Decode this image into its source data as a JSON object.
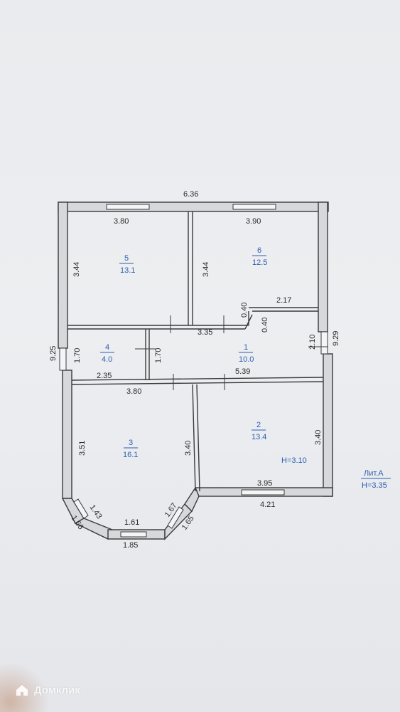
{
  "plan": {
    "overall_width": "6.36",
    "overall_left": "9.25",
    "overall_right": "9.29",
    "lit_label": "Лит.А",
    "lit_height": "Н=3.35",
    "room_height": "Н=3.10",
    "rooms": [
      {
        "number": "5",
        "area": "13.1"
      },
      {
        "number": "6",
        "area": "12.5"
      },
      {
        "number": "4",
        "area": "4.0"
      },
      {
        "number": "1",
        "area": "10.0"
      },
      {
        "number": "3",
        "area": "16.1"
      },
      {
        "number": "2",
        "area": "13.4"
      }
    ],
    "dims": {
      "top_left": "3.80",
      "top_right": "3.90",
      "r5_height": "3.44",
      "r6_height": "3.44",
      "step_a": "0.40",
      "step_b": "0.40",
      "r6_bottom": "2.17",
      "hall_top": "3.35",
      "r4_left": "1.70",
      "r4_right": "1.70",
      "hall_right": "2.10",
      "r4_bottom": "2.35",
      "hall_bottom": "5.39",
      "r3_top": "3.80",
      "r3_left": "3.51",
      "r3_right": "3.40",
      "r2_right": "3.40",
      "r2_bottom": "3.95",
      "outer_bottom": "4.21",
      "bay_left_inner": "1.43",
      "bay_left_outer": "1.66",
      "bay_mid_inner": "1.61",
      "bay_mid_outer": "1.85",
      "bay_right_inner": "1.67",
      "bay_right_outer": "1.65"
    }
  },
  "watermark": {
    "text": "Домклик",
    "icon": "domclick-logo-icon"
  }
}
